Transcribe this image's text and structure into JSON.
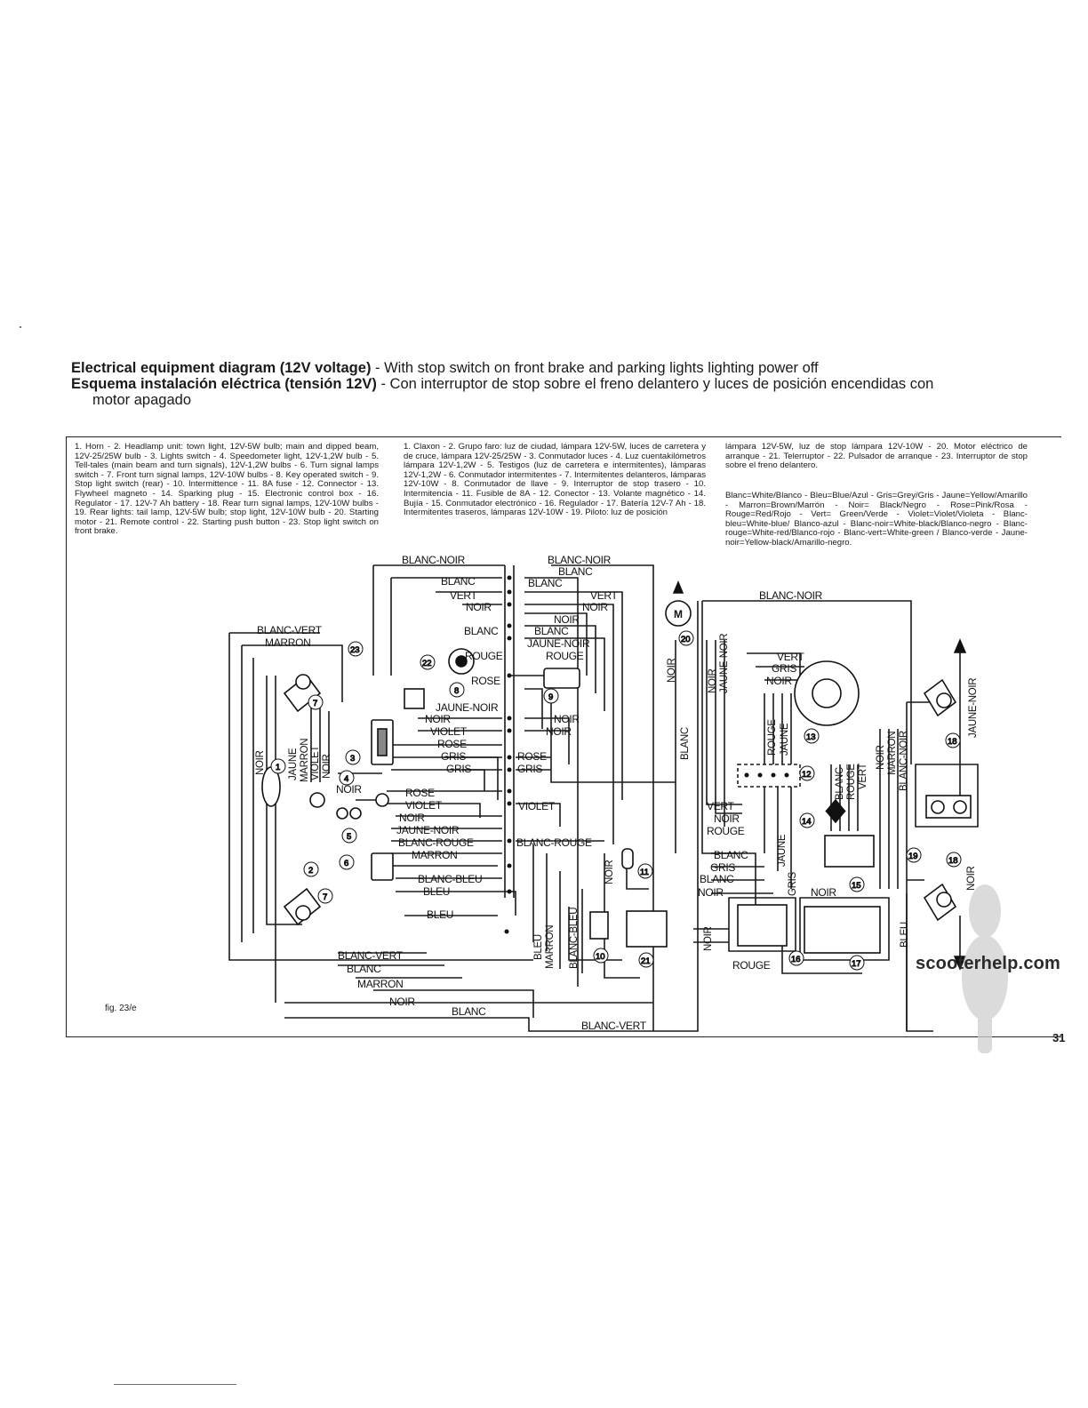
{
  "header": {
    "line1_bold": "Electrical equipment diagram (12V voltage)",
    "line1_rest": " - With stop switch on front brake and parking lights lighting power off",
    "line2_bold": "Esquema instalación eléctrica (tensión 12V)",
    "line2_rest": " - Con interruptor de stop sobre el freno delantero y luces de posición encendidas con",
    "line3": "motor apagado"
  },
  "legend": {
    "english": "1. Horn - 2. Headlamp unit: town light, 12V-5W bulb; main and dipped beam, 12V-25/25W bulb - 3. Lights switch - 4. Speedometer light, 12V-1,2W bulb - 5. Tell-tales (main beam and turn signals), 12V-1,2W bulbs - 6. Turn signal lamps switch - 7. Front turn signal lamps, 12V-10W bulbs - 8. Key operated switch - 9. Stop light switch (rear) - 10. Intermittence - 11. 8A fuse - 12. Connector - 13. Flywheel magneto - 14. Sparking plug - 15. Electronic control box - 16. Regulator - 17. 12V-7 Ah battery - 18. Rear turn signal lamps, 12V-10W bulbs - 19. Rear lights: tail lamp, 12V-5W bulb; stop light, 12V-10W bulb - 20. Starting motor - 21. Remote control - 22. Starting push button - 23. Stop light switch on front brake.",
    "spanish_1": "1. Claxon - 2. Grupo faro: luz de ciudad, lámpara 12V-5W, luces de carretera y de cruce, lámpara 12V-25/25W - 3. Conmutador luces - 4. Luz cuentakilómetros lámpara 12V-1,2W - 5. Testigos (luz de carretera e intermitentes), lámparas 12V-1,2W - 6. Conmutador intermitentes - 7. Intermitentes delanteros, lámparas 12V-10W - 8. Conmutador de llave - 9. Interruptor de stop trasero - 10. Intermitencia - 11. Fusible de 8A - 12. Conector - 13. Volante magnético - 14. Bujía - 15. Conmutador electrónico - 16. Regulador - 17. Batería 12V-7 Ah - 18. Intermitentes traseros, lámparas 12V-10W - 19. Piloto: luz de posición",
    "spanish_2": "lámpara 12V-5W, luz de stop lámpara 12V-10W - 20. Motor eléctrico de arranque - 21. Telerruptor - 22. Pulsador de arranque - 23. Interruptor de stop sobre el freno delantero.",
    "colors": "Blanc=White/Blanco - Bleu=Blue/Azul - Gris=Grey/Gris - Jaune=Yellow/Amarillo - Marron=Brown/Marrón - Noir= Black/Negro - Rose=Pink/Rosa - Rouge=Red/Rojo - Vert= Green/Verde - Violet=Violet/Violeta - Blanc-bleu=White-blue/ Blanco-azul - Blanc-noir=White-black/Blanco-negro - Blanc-rouge=White-red/Blanco-rojo - Blanc-vert=White-green / Blanco-verde - Jaune-noir=Yellow-black/Amarillo-negro."
  },
  "wire_labels": {
    "blanc_noir_left": "BLANC-NOIR",
    "blanc_noir_center": "BLANC-NOIR",
    "blanc_noir_right": "BLANC-NOIR",
    "blanc_a": "BLANC",
    "blanc_b": "BLANC",
    "blanc_c": "BLANC",
    "vert_a": "VERT",
    "vert_b": "VERT",
    "noir_a": "NOIR",
    "noir_b": "NOIR",
    "noir_c": "NOIR",
    "blanc_d": "BLANC",
    "blanc_e": "BLANC",
    "jaune_noir_a": "JAUNE-NOIR",
    "rouge_a": "ROUGE",
    "rouge_b": "ROUGE",
    "rose_a": "ROSE",
    "jaune_noir_b": "JAUNE-NOIR",
    "blanc_vert_top": "BLANC-VERT",
    "marron_top": "MARRON",
    "noir_d": "NOIR",
    "noir_e": "NOIR",
    "noir_f": "NOIR",
    "violet_a": "VIOLET",
    "rose_b": "ROSE",
    "gris_a": "GRIS",
    "gris_b": "GRIS",
    "rose_c": "ROSE",
    "gris_c": "GRIS",
    "noir_g": "NOIR",
    "rose_d": "ROSE",
    "violet_b": "VIOLET",
    "violet_c": "VIOLET",
    "noir_h": "NOIR",
    "jaune_noir_c": "JAUNE-NOIR",
    "blanc_rouge_a": "BLANC-ROUGE",
    "blanc_rouge_b": "BLANC-ROUGE",
    "marron_mid": "MARRON",
    "blanc_bleu_a": "BLANC-BLEU",
    "bleu_a": "BLEU",
    "bleu_b": "BLEU",
    "blanc_vert_bottom": "BLANC-VERT",
    "blanc_f": "BLANC",
    "marron_bottom": "MARRON",
    "noir_bottom": "NOIR",
    "blanc_bottom": "BLANC",
    "blanc_vert_lowest": "BLANC-VERT",
    "vert_c": "VERT",
    "gris_d": "GRIS",
    "noir_i": "NOIR",
    "vert_d": "VERT",
    "noir_j": "NOIR",
    "rouge_c": "ROUGE",
    "blanc_g": "BLANC",
    "gris_e": "GRIS",
    "blanc_h": "BLANC",
    "noir_k": "NOIR",
    "noir_l": "NOIR",
    "rouge_d": "ROUGE",
    "v_noir_1": "NOIR",
    "v_jaune_1": "JAUNE",
    "v_marron_1": "MARRON",
    "v_violet_1": "VIOLET",
    "v_noir_2": "NOIR",
    "v_noir_3": "NOIR",
    "v_jaune_noir_1": "JAUNE-NOIR",
    "v_noir_4": "NOIR",
    "v_blanc_1": "BLANC",
    "v_rouge_1": "ROUGE",
    "v_jaune_2": "JAUNE",
    "v_blanc_2": "BLANC",
    "v_rouge_2": "ROUGE",
    "v_vert_1": "VERT",
    "v_noir_5": "NOIR",
    "v_marron_2": "MARRON",
    "v_blanc_noir_1": "BLANC-NOIR",
    "v_jaune_noir_2": "JAUNE-NOIR",
    "v_jaune_3": "JAUNE",
    "v_gris_1": "GRIS",
    "v_noir_6": "NOIR",
    "v_noir_7": "NOIR",
    "v_bleu_1": "BLEU",
    "v_marron_3": "MARRON",
    "v_blanc_bleu_1": "BLANC-BLEU",
    "v_noir_8": "NOIR",
    "v_bleu_2": "BLEU"
  },
  "components": [
    "1",
    "2",
    "3",
    "4",
    "5",
    "6",
    "7",
    "7",
    "8",
    "9",
    "10",
    "11",
    "12",
    "13",
    "14",
    "15",
    "16",
    "17",
    "18",
    "18",
    "19",
    "20",
    "21",
    "22",
    "23"
  ],
  "motor_symbol": "M",
  "figure_caption": "fig. 23/e",
  "page_number": "31",
  "watermark": "scooterhelp.com"
}
